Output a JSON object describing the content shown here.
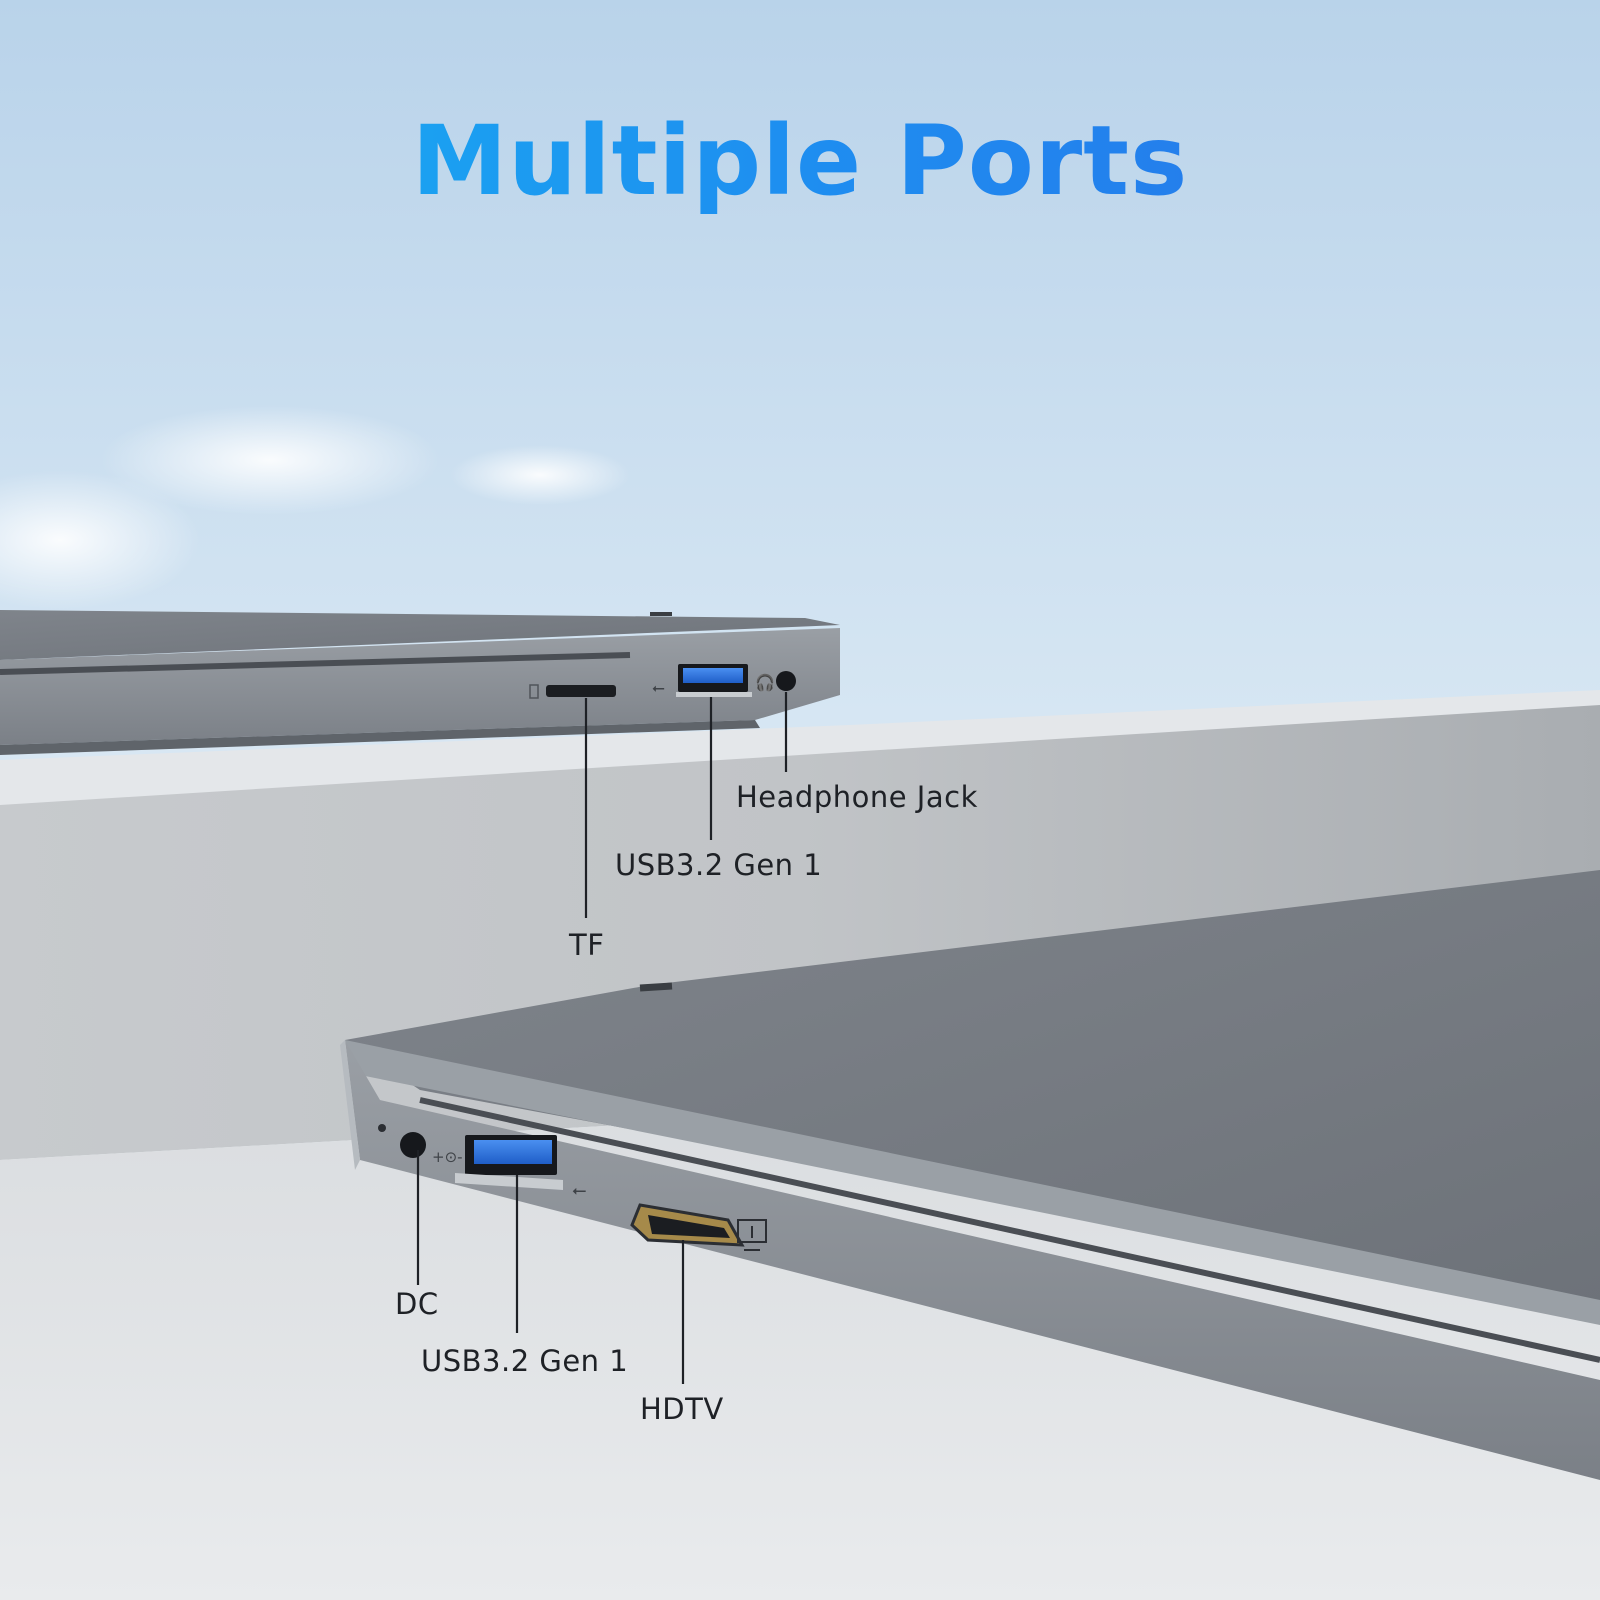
{
  "title": "Multiple Ports",
  "colors": {
    "title_gradient_start": "#17b4f2",
    "title_gradient_end": "#2a6fe8",
    "laptop_body": "#7c8188",
    "usb_port_blue": "#2a6fd8",
    "label_text": "#1e2126"
  },
  "top_laptop": {
    "labels": {
      "headphone": "Headphone Jack",
      "usb": "USB3.2 Gen 1",
      "tf": "TF"
    }
  },
  "bottom_laptop": {
    "labels": {
      "dc": "DC",
      "usb": "USB3.2 Gen 1",
      "hdtv": "HDTV"
    }
  }
}
